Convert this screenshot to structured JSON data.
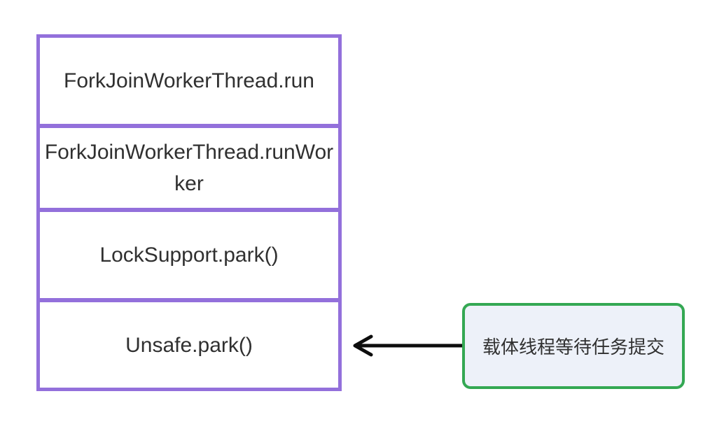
{
  "colors": {
    "stack_border": "#9370db",
    "annotation_border": "#34a853",
    "annotation_bg": "#edf1f9",
    "text": "#303030",
    "arrow": "#0d0d0d"
  },
  "stack": {
    "frames": [
      {
        "label": "ForkJoinWorkerThread.run"
      },
      {
        "label": "ForkJoinWorkerThread.runWorker"
      },
      {
        "label": "LockSupport.park()"
      },
      {
        "label": "Unsafe.park()"
      }
    ]
  },
  "arrow": {
    "direction": "left"
  },
  "annotation": {
    "label": "载体线程等待任务提交"
  }
}
